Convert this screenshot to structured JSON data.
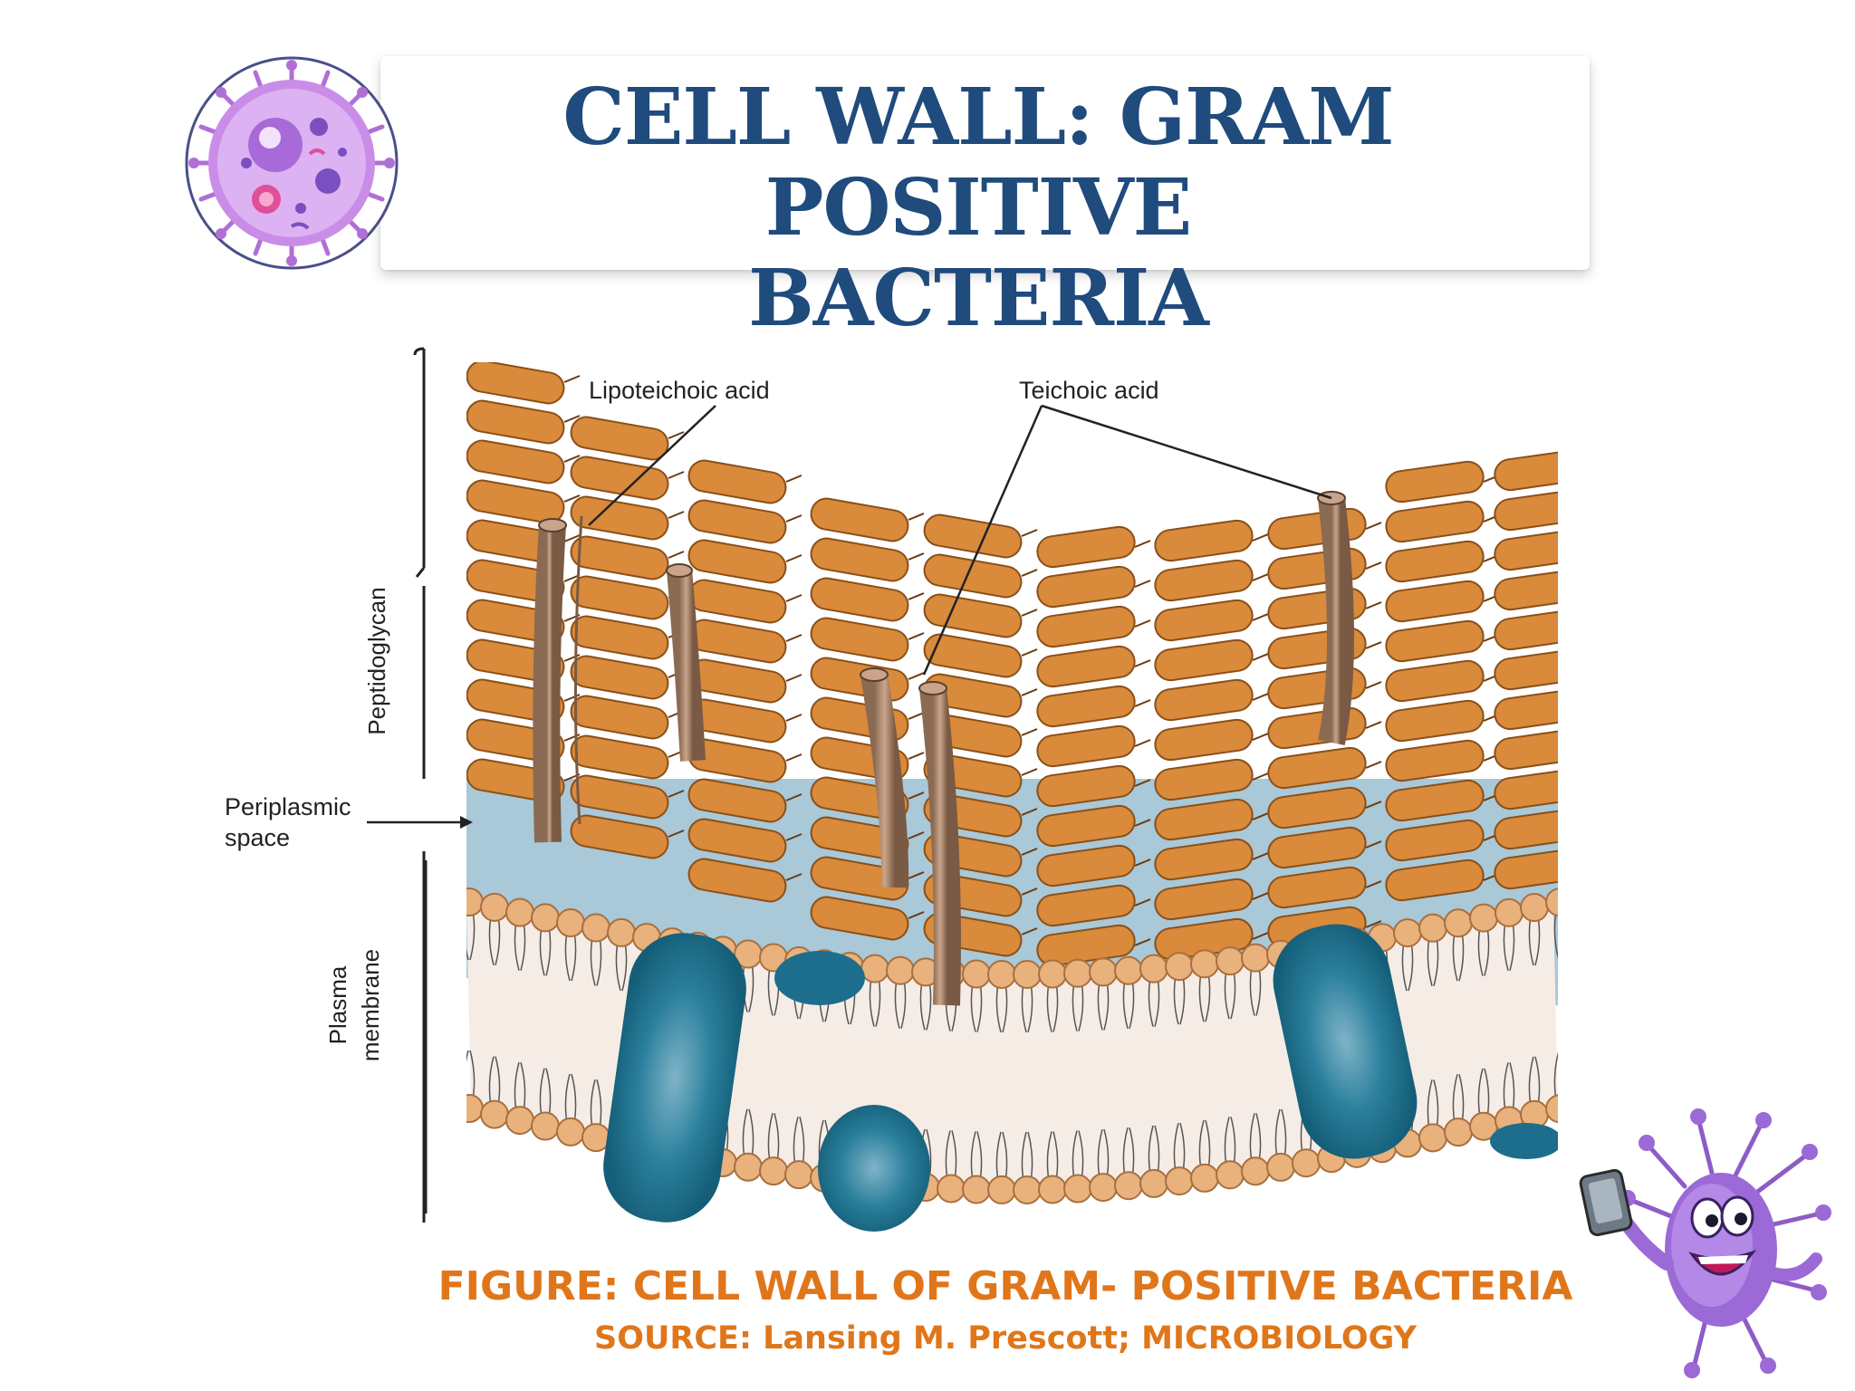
{
  "title": {
    "line1": "CELL WALL: GRAM POSITIVE",
    "line2": "BACTERIA"
  },
  "figure": {
    "labels": {
      "lipoteichoic_acid": "Lipoteichoic acid",
      "teichoic_acid": "Teichoic acid",
      "peptidoglycan": "Peptidoglycan",
      "periplasmic_line1": "Periplasmic",
      "periplasmic_line2": "space",
      "plasma_line1": "Plasma",
      "plasma_line2": "membrane"
    }
  },
  "caption": {
    "main": "FIGURE: CELL WALL OF GRAM- POSITIVE BACTERIA",
    "source": "SOURCE: Lansing M. Prescott; MICROBIOLOGY"
  },
  "colors": {
    "title": "#1f4b7d",
    "caption": "#e0761a",
    "peptidoglycan": "#d98a3a",
    "periplasm": "#a9c8d8",
    "protein": "#1c6e8c",
    "lipid_head": "#e9b27c"
  },
  "icons": {
    "logo": "bacteria-cell-icon",
    "mascot": "germ-mascot-selfie-icon"
  }
}
